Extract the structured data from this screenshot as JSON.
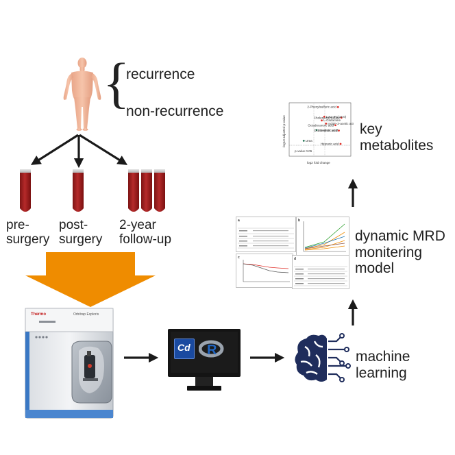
{
  "outcomes": {
    "recurrence": "recurrence",
    "non_recurrence": "non-recurrence"
  },
  "sampling": {
    "pre_line1": "pre-",
    "pre_line2": "surgery",
    "post_line1": "post-",
    "post_line2": "surgery",
    "follow_line1": "2-year",
    "follow_line2": "follow-up"
  },
  "instrument": {
    "brand": "Thermo",
    "model": "Orbitrap Exploris"
  },
  "software": {
    "cd_label": "Cd",
    "r_label": "R"
  },
  "ml": {
    "line1": "machine",
    "line2": "learning"
  },
  "model": {
    "line1": "dynamic MRD",
    "line2": "monitering",
    "line3": "model"
  },
  "metabolites": {
    "line1": "key",
    "line2": "metabolites",
    "xlabel": "log2 fold change",
    "ylabel": "-log10 adjusted p-value",
    "threshold": "p-value 0.05",
    "points": [
      {
        "label": "2-Phenylsulfuric acid",
        "fc": 1.05,
        "p": 4.6
      },
      {
        "label": "Cholesterol sulfate",
        "fc": 1.25,
        "p": 3.6
      },
      {
        "label": "Lyso-PC(16:0)",
        "fc": 0.25,
        "p": 3.7
      },
      {
        "label": "L-Glutamine",
        "fc": 0.1,
        "p": 3.35
      },
      {
        "label": "Indole-3-acetic acid",
        "fc": 0.35,
        "p": 3.05
      },
      {
        "label": "Octadecanoic acid",
        "fc": 0.9,
        "p": 2.9
      },
      {
        "label": "Hexanoic acid",
        "fc": -0.2,
        "p": 2.45
      },
      {
        "label": "Octanedioic acid",
        "fc": 1.1,
        "p": 2.4
      },
      {
        "label": "Urea",
        "fc": -0.95,
        "p": 1.45
      },
      {
        "label": "Hippuric acid",
        "fc": 1.2,
        "p": 1.15
      }
    ]
  },
  "colors": {
    "arrow_orange": "#ef8c00",
    "blood": "#a31f1f",
    "brain": "#1f2d5c",
    "accent_red": "#e0302a",
    "cd_blue": "#1a4aa0",
    "r_blue": "#2166c2"
  }
}
